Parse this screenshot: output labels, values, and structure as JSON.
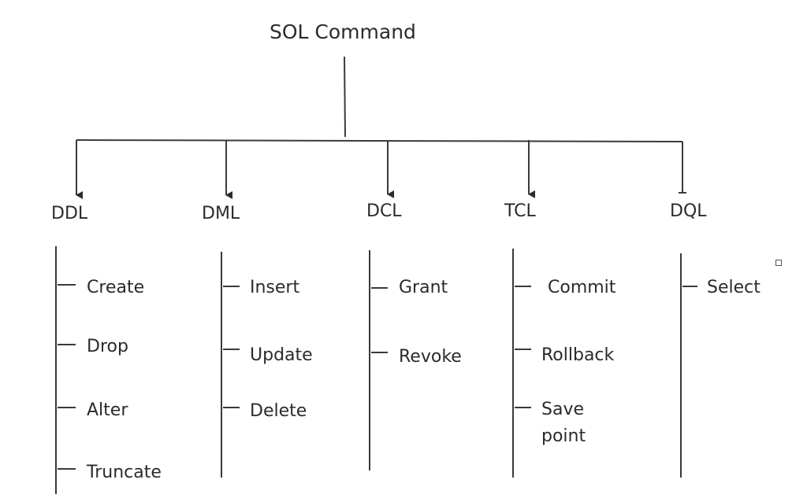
{
  "title": "SOL Command",
  "categories": [
    {
      "name": "DDL",
      "items": [
        "Create",
        "Drop",
        "Alter",
        "Truncate"
      ]
    },
    {
      "name": "DML",
      "items": [
        "Insert",
        "Update",
        "Delete"
      ]
    },
    {
      "name": "DCL",
      "items": [
        "Grant",
        "Revoke"
      ]
    },
    {
      "name": "TCL",
      "items": [
        "Commit",
        "Rollback",
        "Save point"
      ]
    },
    {
      "name": "DQL",
      "items": [
        "Select"
      ]
    }
  ],
  "colors": {
    "line": "#3a3a3a",
    "text": "#2b2b2b",
    "background": "#ffffff"
  }
}
